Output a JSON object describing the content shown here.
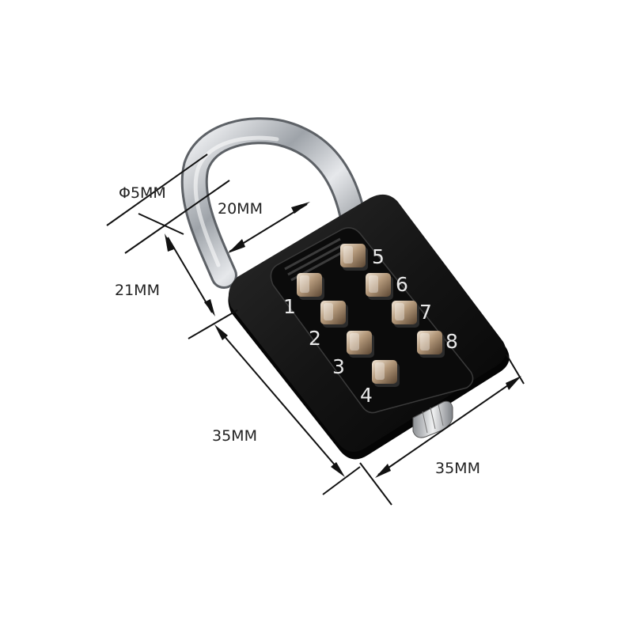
{
  "dimensions": {
    "shackle_diameter": "Φ5MM",
    "shackle_inner_width": "20MM",
    "shackle_height": "21MM",
    "body_height": "35MM",
    "body_width": "35MM"
  },
  "buttons": {
    "labels": [
      "1",
      "2",
      "3",
      "4",
      "5",
      "6",
      "7",
      "8"
    ]
  },
  "colors": {
    "body": "#141414",
    "shackle": "#c9ccd0",
    "button": "#b59a7c",
    "dimension_line": "#111111",
    "background": "#ffffff"
  }
}
